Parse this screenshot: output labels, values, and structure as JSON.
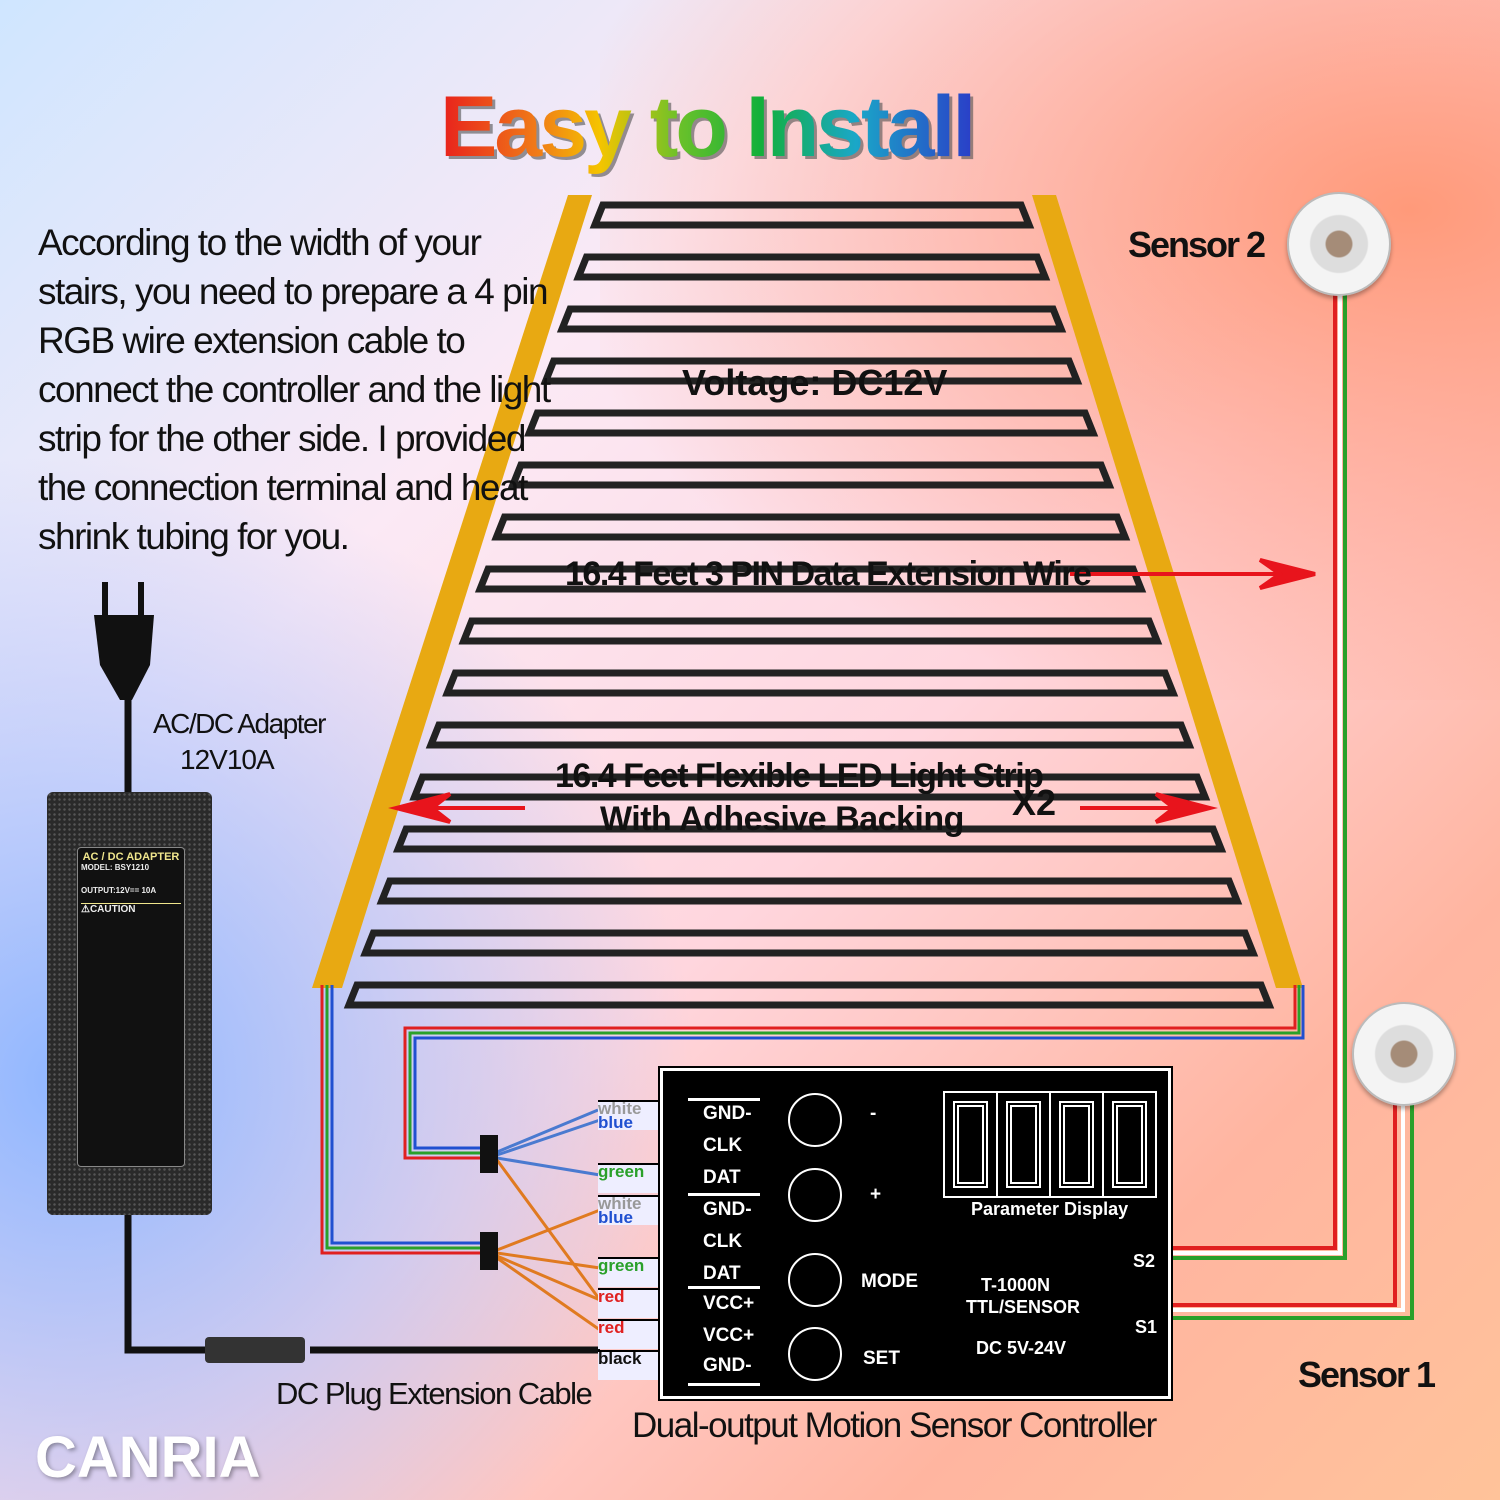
{
  "title": "Easy to Install",
  "instructions": "According to the width of your stairs, you need to prepare a 4 pin RGB wire extension cable to connect the controller and the light strip for the other side. I provided the connection terminal and heat shrink tubing for you.",
  "voltage": "Voltage: DC12V",
  "data_wire": "16.4 Feet 3 PIN Data Extension Wire",
  "strip_line1": "16.4 Feet Flexible LED Light Strip",
  "strip_line2": "With Adhesive Backing",
  "strip_qty": "X2",
  "sensor2": "Sensor 2",
  "sensor1": "Sensor 1",
  "adapter": {
    "line1": "AC/DC Adapter",
    "line2": "12V10A",
    "label_title": "AC / DC ADAPTER",
    "model": "MODEL: BSY1210",
    "output": "OUTPUT:12V== 10A",
    "caution": "⚠CAUTION"
  },
  "dc_cable": "DC Plug Extension Cable",
  "controller_caption": "Dual-output Motion Sensor Controller",
  "brand": "CANRIA",
  "controller": {
    "pins": [
      "GND-",
      "CLK",
      "DAT",
      "GND-",
      "CLK",
      "DAT",
      "VCC+",
      "VCC+",
      "GND-"
    ],
    "buttons": [
      "-",
      "+",
      "MODE",
      "SET"
    ],
    "display_label": "Parameter Display",
    "model": "T-1000N",
    "type": "TTL/SENSOR",
    "power": "DC 5V-24V",
    "s2": "S2",
    "s1": "S1"
  },
  "wire_labels": [
    {
      "top": "white",
      "bottom": "blue"
    },
    {
      "top": "green"
    },
    {
      "top": "white",
      "bottom": "blue"
    },
    {
      "top": "green"
    },
    {
      "top": "red"
    },
    {
      "top": "red"
    },
    {
      "top": "black"
    }
  ],
  "colors": {
    "rail": "#e8a912",
    "arrow": "#e8141c",
    "wire_red": "#e02020",
    "wire_green": "#2aa02a",
    "wire_blue": "#2050d0"
  }
}
